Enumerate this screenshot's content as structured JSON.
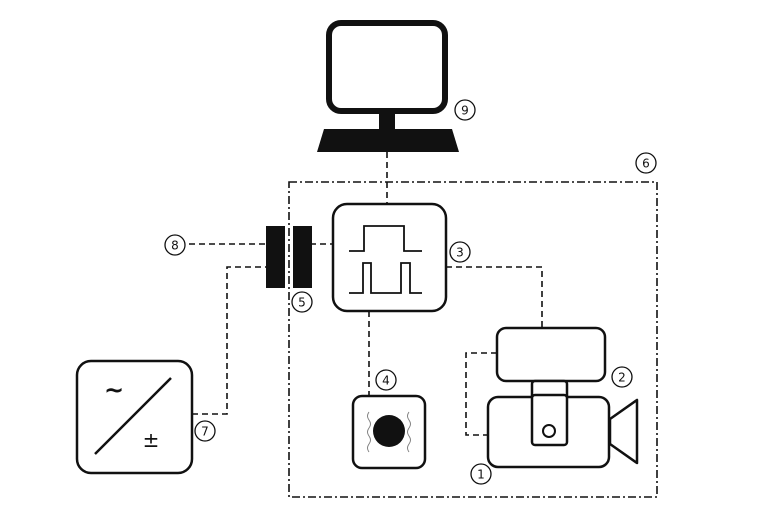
{
  "callouts": {
    "n1": "1",
    "n2": "2",
    "n3": "3",
    "n4": "4",
    "n5": "5",
    "n6": "6",
    "n7": "7",
    "n8": "8",
    "n9": "9"
  },
  "power_supply": {
    "ac_symbol": "~",
    "dc_symbol": "±"
  },
  "colors": {
    "stroke": "#111111",
    "fill": "#ffffff"
  }
}
